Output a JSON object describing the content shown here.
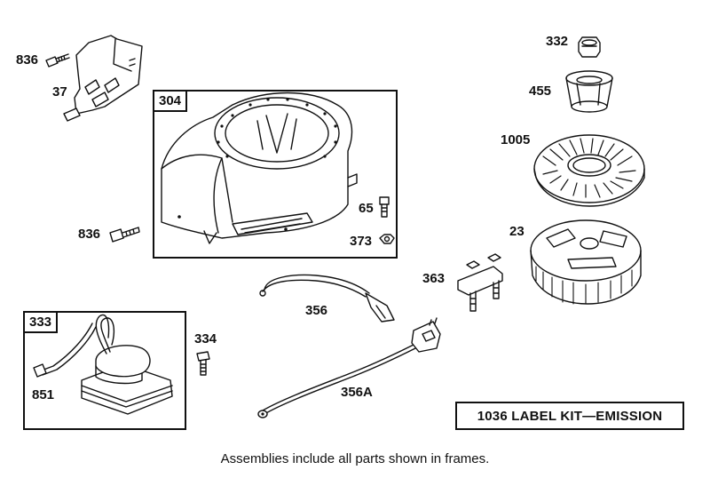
{
  "callouts": {
    "p836_top": "836",
    "p37": "37",
    "p304": "304",
    "p836_mid": "836",
    "p65": "65",
    "p373": "373",
    "p332": "332",
    "p455": "455",
    "p1005": "1005",
    "p23": "23",
    "p363": "363",
    "p356": "356",
    "p333": "333",
    "p851": "851",
    "p334": "334",
    "p356A": "356A"
  },
  "kit_label": "1036 LABEL KIT—EMISSION",
  "footnote": "Assemblies include all parts shown in frames."
}
